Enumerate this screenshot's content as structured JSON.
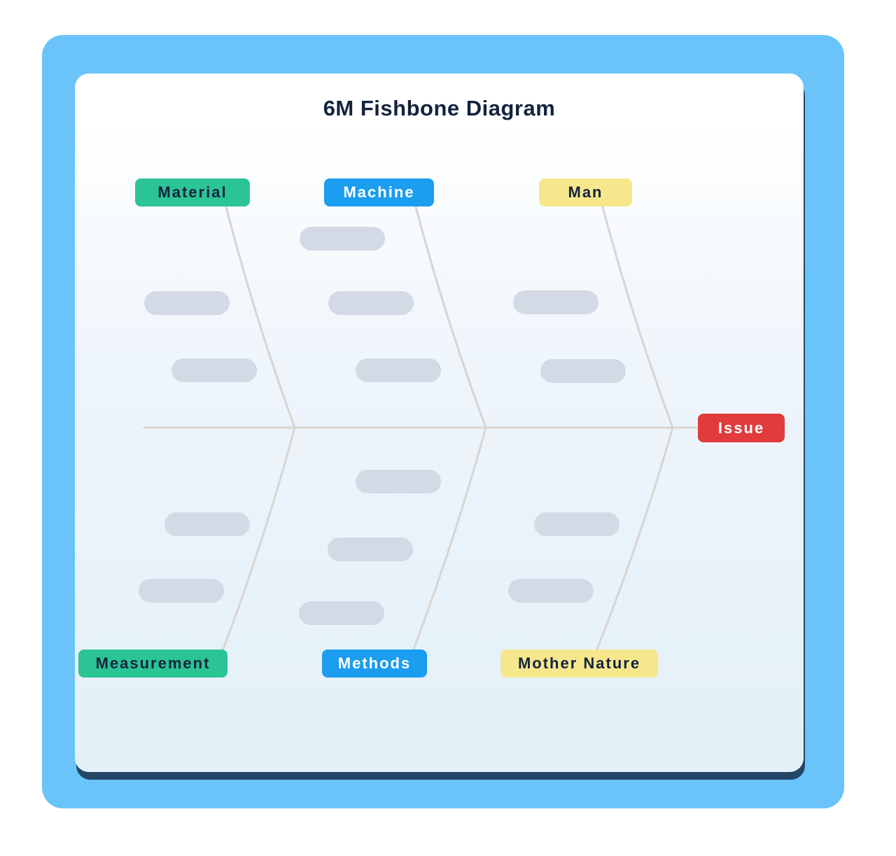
{
  "title": "6M Fishbone Diagram",
  "categories": {
    "material": {
      "label": "Material",
      "bg": "#2bc494",
      "fg": "#13233e"
    },
    "machine": {
      "label": "Machine",
      "bg": "#1b9df0",
      "fg": "#ffffff"
    },
    "man": {
      "label": "Man",
      "bg": "#f7e78c",
      "fg": "#13233e"
    },
    "measurement": {
      "label": "Measurement",
      "bg": "#2bc494",
      "fg": "#13233e"
    },
    "methods": {
      "label": "Methods",
      "bg": "#1b9df0",
      "fg": "#ffffff"
    },
    "mother_nature": {
      "label": "Mother Nature",
      "bg": "#f7e78c",
      "fg": "#13233e"
    }
  },
  "effect": {
    "label": "Issue",
    "bg": "#e13b3b",
    "fg": "#ffffff"
  },
  "colors": {
    "frame_blue": "#6ac4f9",
    "card_top": "#ffffff",
    "card_bottom": "#e3f0f8",
    "card_shadow_navy": "#254666",
    "bone_gray": "#d8d5d1",
    "pill_gray": "#d3dae5",
    "title_navy": "#13233e"
  }
}
